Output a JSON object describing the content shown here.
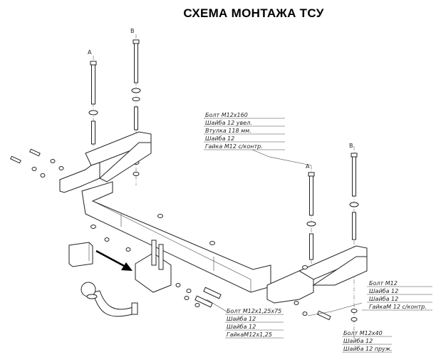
{
  "title": "СХЕМА МОНТАЖА ТСУ",
  "markers": {
    "a": "A",
    "b": "B"
  },
  "callouts": {
    "top": [
      "Болт М12х160",
      "Шайба 12 увел.",
      "Втулка 118 мм.",
      "Шайба 12",
      "Гайка М12 с/контр."
    ],
    "right": [
      "Болт М12",
      "Шайба 12",
      "Шайба 12",
      "ГайкаМ 12 с/контр."
    ],
    "bottom_right": [
      "Болт М12х40",
      "Шайба 12",
      "Шайба 12 пруж."
    ],
    "bottom_center": [
      "Болт М12х1,25х75",
      "Шайба 12",
      "Шайба 12",
      "ГайкаМ12х1,25"
    ]
  }
}
